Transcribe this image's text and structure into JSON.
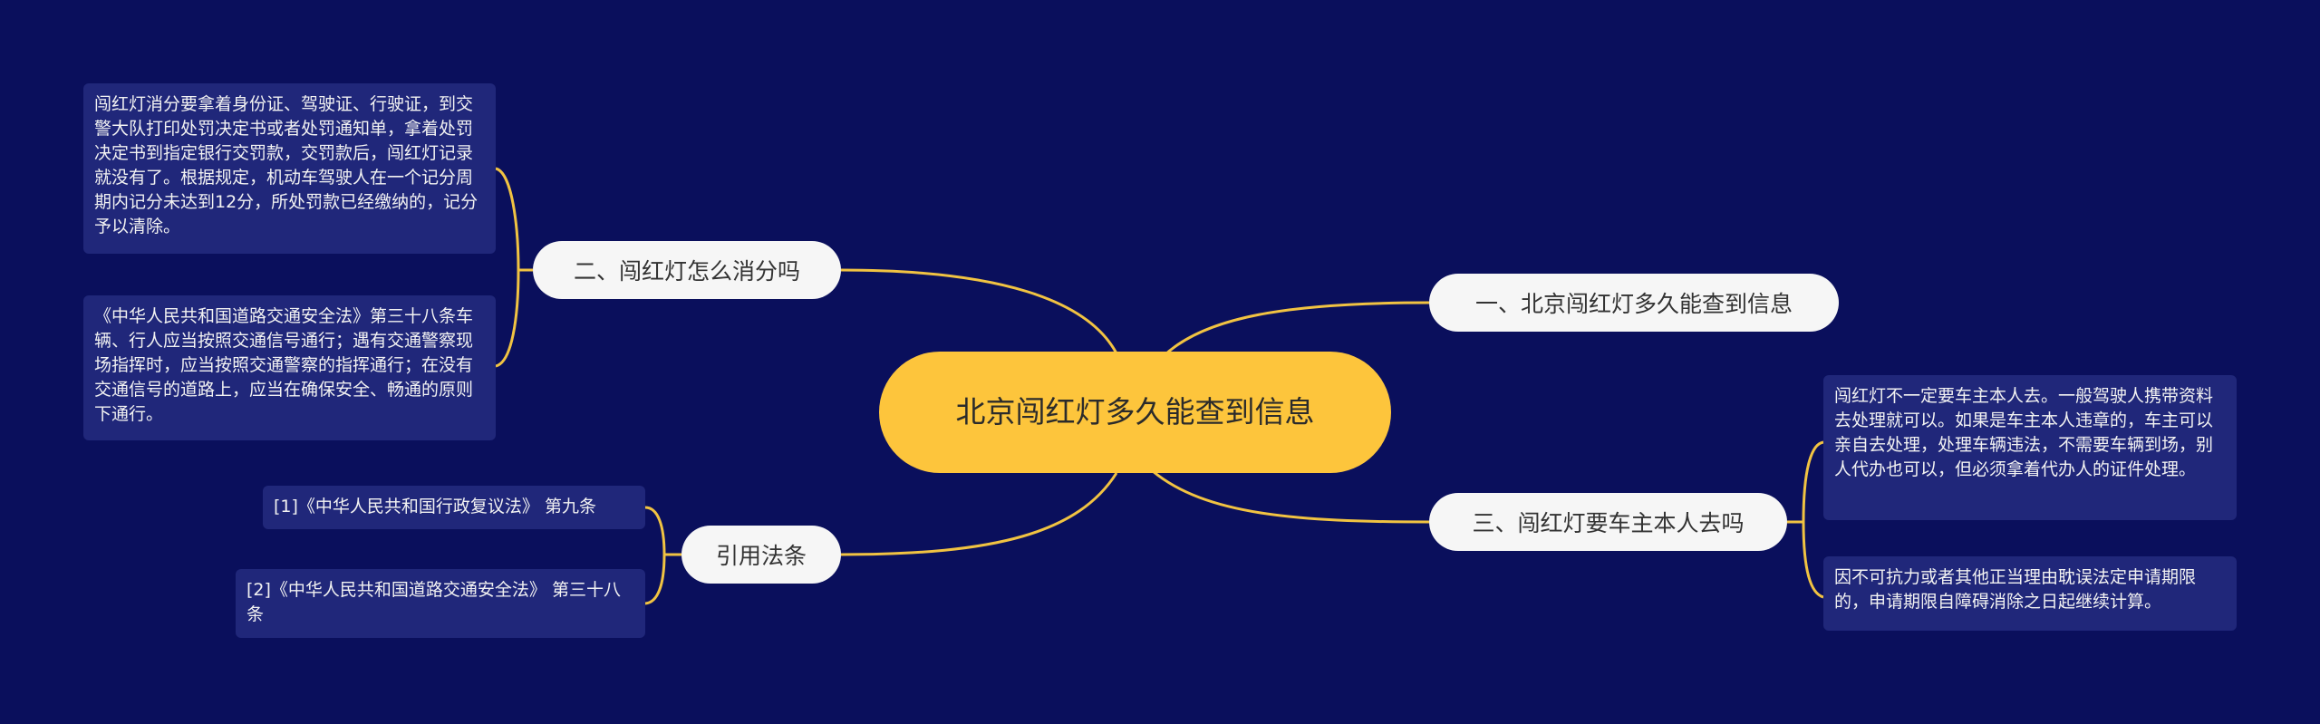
{
  "root": {
    "title": "北京闯红灯多久能查到信息"
  },
  "topics": {
    "t1": {
      "label": "一、北京闯红灯多久能查到信息"
    },
    "t2": {
      "label": "二、闯红灯怎么消分吗"
    },
    "t3": {
      "label": "三、闯红灯要车主本人去吗"
    },
    "t4": {
      "label": "引用法条"
    }
  },
  "leaves": {
    "t2_a": "闯红灯消分要拿着身份证、驾驶证、行驶证，到交警大队打印处罚决定书或者处罚通知单，拿着处罚决定书到指定银行交罚款，交罚款后，闯红灯记录就没有了。根据规定，机动车驾驶人在一个记分周期内记分未达到12分，所处罚款已经缴纳的，记分予以清除。",
    "t2_b": "《中华人民共和国道路交通安全法》第三十八条车辆、行人应当按照交通信号通行；遇有交通警察现场指挥时，应当按照交通警察的指挥通行；在没有交通信号的道路上，应当在确保安全、畅通的原则下通行。",
    "t3_a": "闯红灯不一定要车主本人去。一般驾驶人携带资料去处理就可以。如果是车主本人违章的，车主可以亲自去处理，处理车辆违法，不需要车辆到场，别人代办也可以，但必须拿着代办人的证件处理。",
    "t3_b": "因不可抗力或者其他正当理由耽误法定申请期限的，申请期限自障碍消除之日起继续计算。",
    "t4_a": "[1]《中华人民共和国行政复议法》 第九条",
    "t4_b": "[2]《中华人民共和国道路交通安全法》 第三十八条"
  },
  "colors": {
    "background": "#0a0f5c",
    "root_fill": "#fdc53c",
    "topic_fill": "#f6f6f6",
    "leaf_fill": "#20277a",
    "connector": "#f1c342"
  }
}
